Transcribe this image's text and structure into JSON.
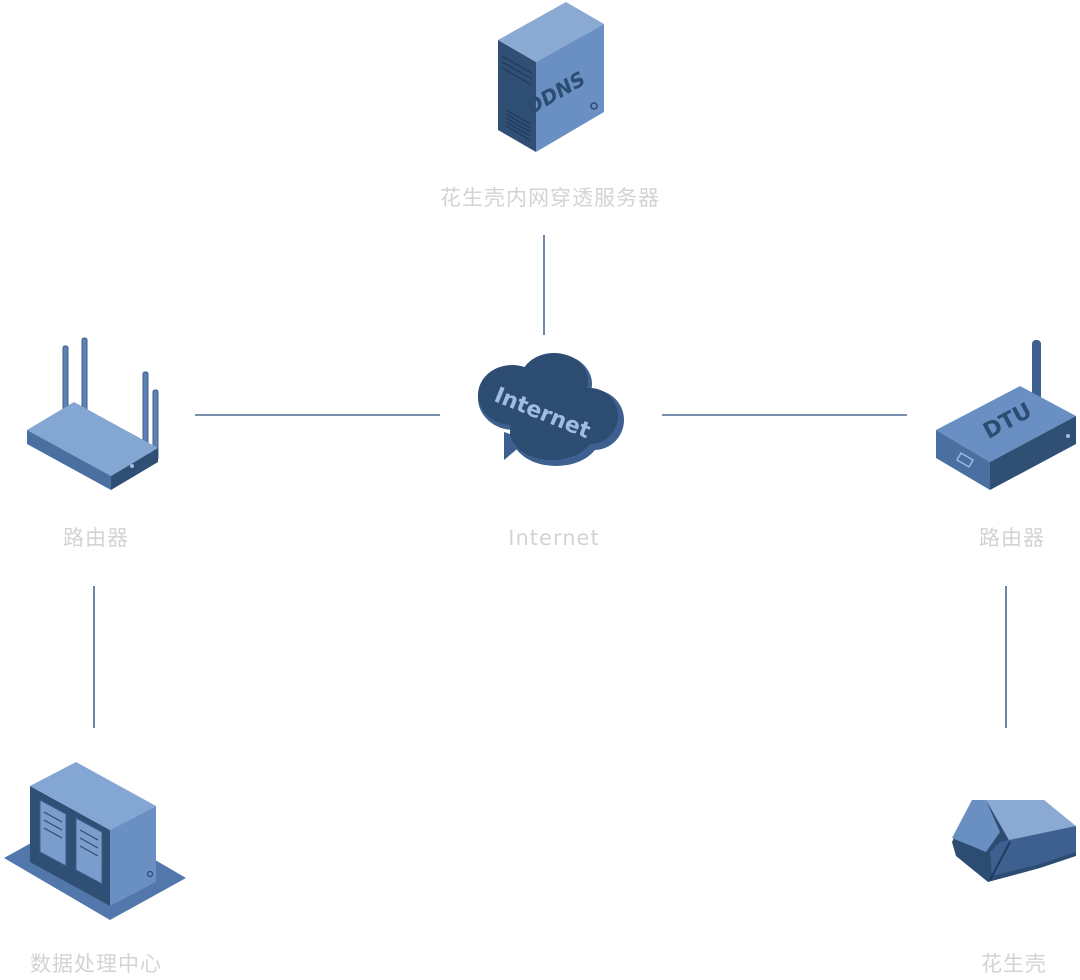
{
  "nodes": {
    "ddns_server": {
      "label": "花生壳内网穿透服务器",
      "icon": "ddns-server-icon",
      "icon_text": "DDNS"
    },
    "internet": {
      "label": "Internet",
      "icon": "internet-cloud-icon",
      "icon_text": "Internet"
    },
    "router_left": {
      "label": "路由器",
      "icon": "router-icon"
    },
    "router_right": {
      "label": "路由器",
      "icon": "dtu-device-icon",
      "icon_text": "DTU"
    },
    "data_center": {
      "label": "数据处理中心",
      "icon": "data-center-icon"
    },
    "peanut_shell": {
      "label": "花生壳",
      "icon": "peanut-shell-device-icon"
    }
  },
  "colors": {
    "line": "#4a6a92",
    "label": "#d3d3d3",
    "device_light": "#7a9dcc",
    "device_mid": "#5277aa",
    "device_dark": "#2c4c72"
  }
}
